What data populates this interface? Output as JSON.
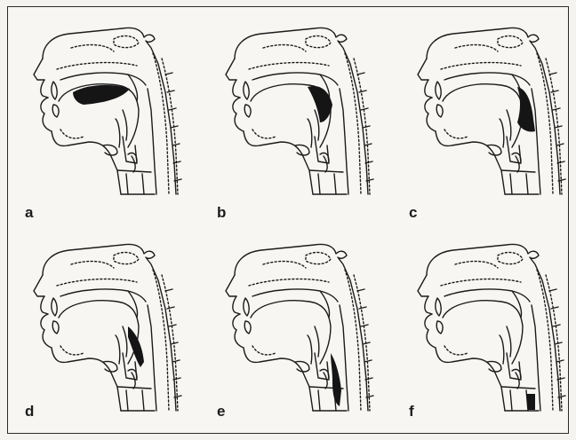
{
  "figure": {
    "panels": [
      {
        "id": "a",
        "label": "a",
        "shade": "oral"
      },
      {
        "id": "b",
        "label": "b",
        "shade": "velar"
      },
      {
        "id": "c",
        "label": "c",
        "shade": "uvular"
      },
      {
        "id": "d",
        "label": "d",
        "shade": "pharyngeal"
      },
      {
        "id": "e",
        "label": "e",
        "shade": "hypopharyngeal"
      },
      {
        "id": "f",
        "label": "f",
        "shade": "laryngeal"
      }
    ],
    "colors": {
      "ink": "#1b1b1b",
      "paper": "#f7f6f3",
      "shade": "#151515"
    }
  }
}
